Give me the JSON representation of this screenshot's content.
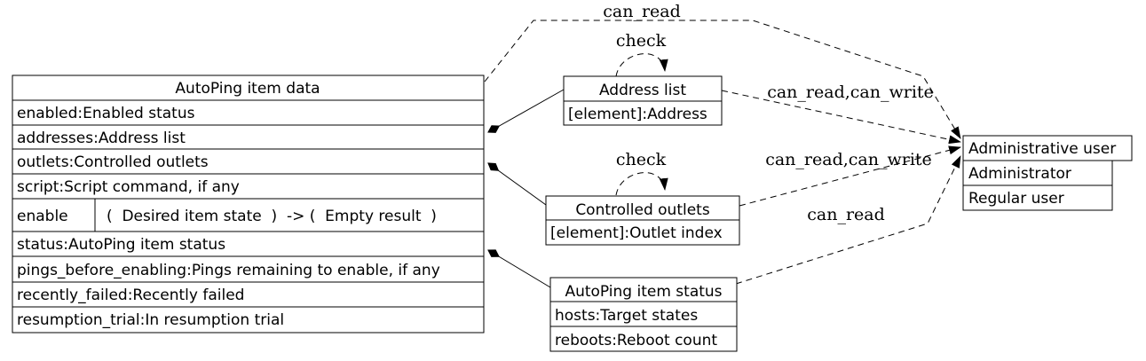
{
  "nodes": {
    "autoping_item_data": {
      "title": "AutoPing item data",
      "fields": [
        "enabled:Enabled status",
        "addresses:Address list",
        "outlets:Controlled outlets",
        "script:Script command, if any"
      ],
      "method": {
        "name": "enable",
        "signature": "(  Desired item state  )  -> (  Empty result  )"
      },
      "fields2": [
        "status:AutoPing item status",
        "pings_before_enabling:Pings remaining to enable, if any",
        "recently_failed:Recently failed",
        "resumption_trial:In resumption trial"
      ]
    },
    "address_list": {
      "title": "Address list",
      "fields": [
        "[element]:Address"
      ]
    },
    "controlled_outlets": {
      "title": "Controlled outlets",
      "fields": [
        "[element]:Outlet index"
      ]
    },
    "autoping_item_status": {
      "title": "AutoPing item status",
      "fields": [
        "hosts:Target states",
        "reboots:Reboot count"
      ]
    },
    "administrative_user": {
      "title": "Administrative user",
      "roles": [
        "Administrator",
        "Regular user"
      ]
    }
  },
  "edges": {
    "table_to_admin": "can_read",
    "address_check": "check",
    "outlets_check": "check",
    "address_to_admin": "can_read,can_write",
    "outlets_to_admin": "can_read,can_write",
    "status_to_admin": "can_read"
  },
  "colors": {
    "stroke": "#000000",
    "background": "#ffffff",
    "text": "#000000"
  }
}
